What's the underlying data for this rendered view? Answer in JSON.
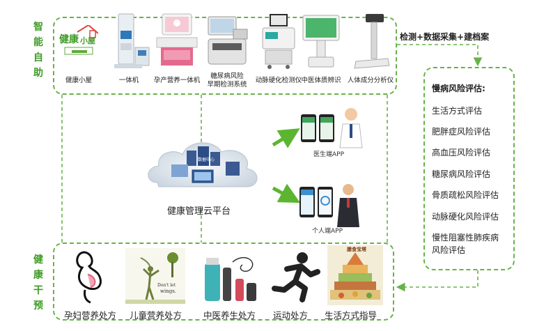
{
  "left_labels": {
    "smart_self_service": [
      "智",
      "能",
      "自",
      "助"
    ],
    "health_intervention": [
      "健",
      "康",
      "干",
      "预"
    ]
  },
  "devices": [
    {
      "label": "健康小屋"
    },
    {
      "label": "一体机"
    },
    {
      "label": "孕产营养一体机"
    },
    {
      "label": "糖尿病风险",
      "label2": "早期检测系统"
    },
    {
      "label": "动脉硬化检测仪"
    },
    {
      "label": "中医体质辨识"
    },
    {
      "label": "人体成分分析仪"
    }
  ],
  "health_house_logo": {
    "line1": "健康",
    "line2": "小屋"
  },
  "flow_label": "检测+数据采集+建档案",
  "cloud": {
    "label": "健康管理云平台",
    "center_text": "数据中心"
  },
  "apps": {
    "doctor": "医生端APP",
    "personal": "个人端APP"
  },
  "risk_panel": {
    "title": "慢病风险评估:",
    "items": [
      "生活方式评估",
      "肥胖症风险评估",
      "高血压风险评估",
      "糖尿病风险评估",
      "骨质疏松风险评估",
      "动脉硬化风险评估",
      "慢性阻塞性肺疾病",
      "风险评估"
    ]
  },
  "prescriptions": [
    {
      "label": "孕妇营养处方"
    },
    {
      "label": "儿童营养处方"
    },
    {
      "label": "中医养生处方"
    },
    {
      "label": "运动处方"
    },
    {
      "label": "生活方式指导"
    }
  ],
  "child_text": {
    "line1": "Don't let",
    "line2": "wings."
  },
  "pyramid_title": "膳食宝塔",
  "colors": {
    "green_dash": "#67b346",
    "green_label": "#3f9b25",
    "arrow_green": "#5cb531"
  }
}
